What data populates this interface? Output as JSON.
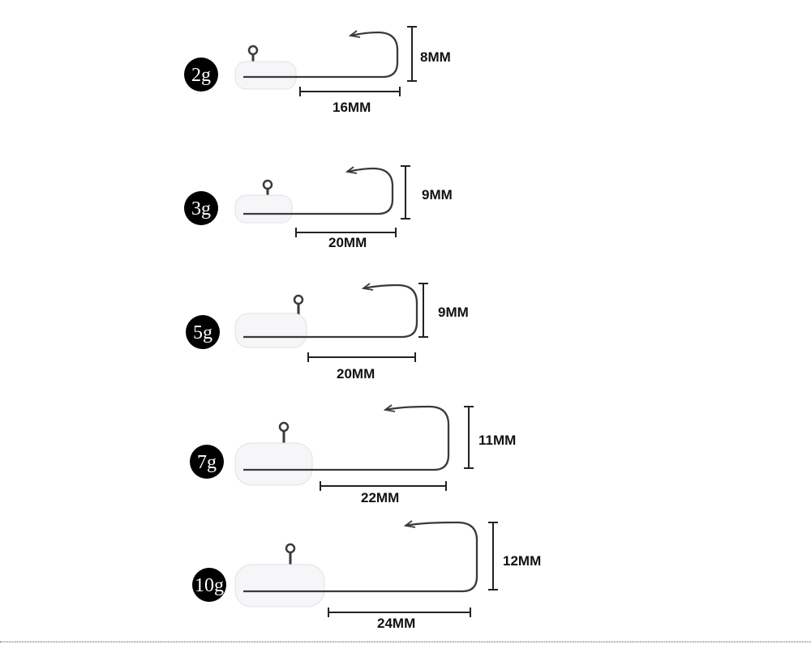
{
  "hooks": [
    {
      "weight": "2g",
      "height_label": "8MM",
      "length_label": "16MM"
    },
    {
      "weight": "3g",
      "height_label": "9MM",
      "length_label": "20MM"
    },
    {
      "weight": "5g",
      "height_label": "9MM",
      "length_label": "20MM"
    },
    {
      "weight": "7g",
      "height_label": "11MM",
      "length_label": "22MM"
    },
    {
      "weight": "10g",
      "height_label": "12MM",
      "length_label": "24MM"
    }
  ],
  "colors": {
    "badge": "#000000",
    "hook": "#3a3a3a",
    "head": "#f6f6f8"
  }
}
